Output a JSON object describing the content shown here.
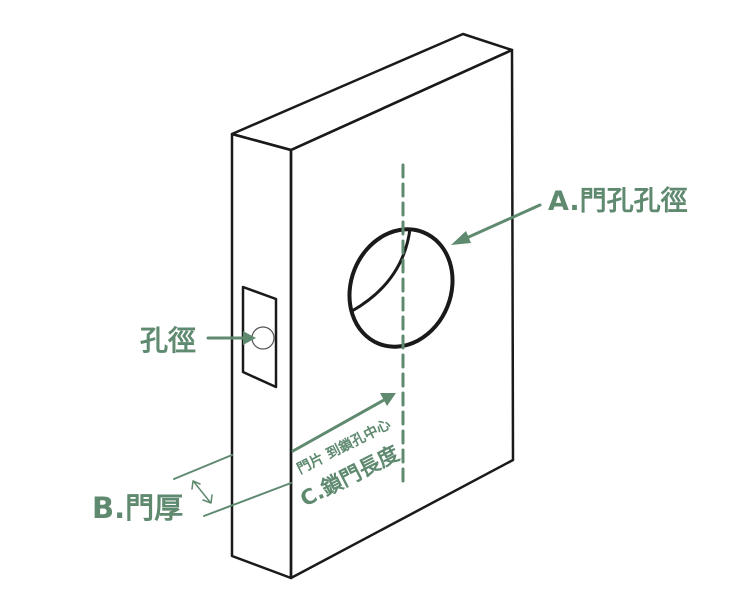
{
  "labels": {
    "bore_diameter": "A.門孔孔徑",
    "latch_hole": "孔徑",
    "door_thickness": "B.門厚",
    "backset_caption": "門片 到鎖孔中心",
    "backset": "C.鎖門長度"
  },
  "colors": {
    "accent": "#5f8a70",
    "ink": "#1a1a1a",
    "background": "#ffffff"
  }
}
